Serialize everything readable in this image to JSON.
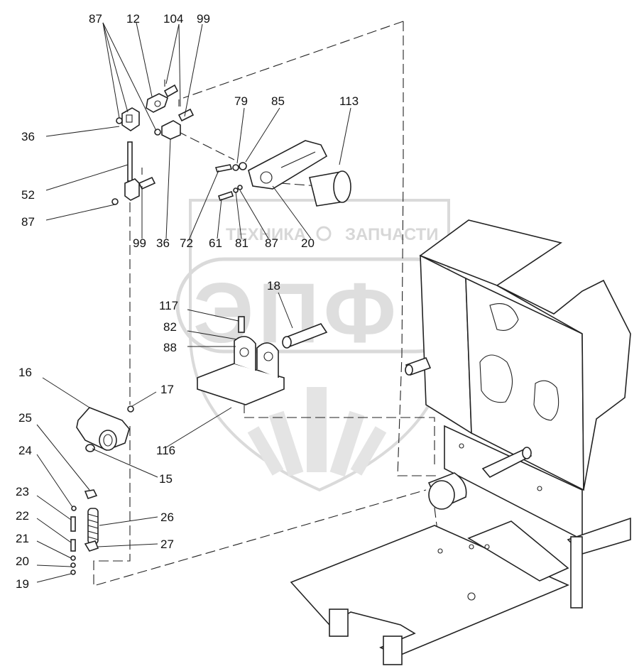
{
  "watermark": {
    "top_text_left": "ТЕХНИКА",
    "top_text_right": "ЗАПЧАСТИ",
    "big_letters": "ЭПФ",
    "color": "#c8c8c8"
  },
  "callouts": [
    {
      "id": "c87a",
      "text": "87"
    },
    {
      "id": "c12",
      "text": "12"
    },
    {
      "id": "c104",
      "text": "104"
    },
    {
      "id": "c99a",
      "text": "99"
    },
    {
      "id": "c36a",
      "text": "36"
    },
    {
      "id": "c79",
      "text": "79"
    },
    {
      "id": "c85",
      "text": "85"
    },
    {
      "id": "c113",
      "text": "113"
    },
    {
      "id": "c52",
      "text": "52"
    },
    {
      "id": "c87b",
      "text": "87"
    },
    {
      "id": "c99b",
      "text": "99"
    },
    {
      "id": "c36b",
      "text": "36"
    },
    {
      "id": "c72",
      "text": "72"
    },
    {
      "id": "c61",
      "text": "61"
    },
    {
      "id": "c81",
      "text": "81"
    },
    {
      "id": "c87c",
      "text": "87"
    },
    {
      "id": "c20a",
      "text": "20"
    },
    {
      "id": "c18",
      "text": "18"
    },
    {
      "id": "c117",
      "text": "117"
    },
    {
      "id": "c82",
      "text": "82"
    },
    {
      "id": "c88",
      "text": "88"
    },
    {
      "id": "c16",
      "text": "16"
    },
    {
      "id": "c17",
      "text": "17"
    },
    {
      "id": "c25",
      "text": "25"
    },
    {
      "id": "c116",
      "text": "116"
    },
    {
      "id": "c24",
      "text": "24"
    },
    {
      "id": "c15",
      "text": "15"
    },
    {
      "id": "c23",
      "text": "23"
    },
    {
      "id": "c26",
      "text": "26"
    },
    {
      "id": "c22",
      "text": "22"
    },
    {
      "id": "c21",
      "text": "21"
    },
    {
      "id": "c27",
      "text": "27"
    },
    {
      "id": "c20b",
      "text": "20"
    },
    {
      "id": "c19",
      "text": "19"
    }
  ]
}
